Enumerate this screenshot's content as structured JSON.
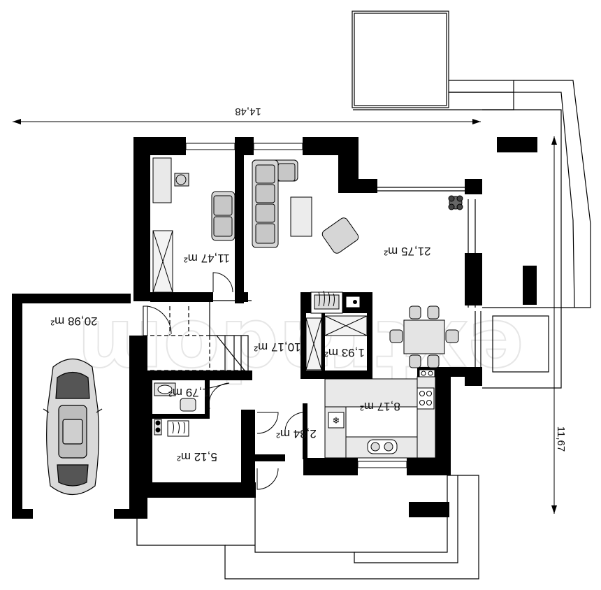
{
  "dimensions": {
    "width": "14,48",
    "depth": "11,67"
  },
  "rooms": [
    {
      "id": "garage",
      "area": "20,98 m²"
    },
    {
      "id": "office",
      "area": "11,47 m²"
    },
    {
      "id": "living",
      "area": "21,75 m²"
    },
    {
      "id": "hall",
      "area": "10,17 m²"
    },
    {
      "id": "pantry",
      "area": "1,93 m²"
    },
    {
      "id": "wc",
      "area": "1,79 m²"
    },
    {
      "id": "boiler",
      "area": "5,12 m²"
    },
    {
      "id": "vestibule",
      "area": "2,84 m²"
    },
    {
      "id": "kitchen",
      "area": "8,17 m²"
    }
  ],
  "watermark": "extradom",
  "colors": {
    "wall": "#000000",
    "fill": "#ffffff",
    "counter": "#e9e9e9",
    "furniture": "#d6d6d6",
    "watermark": "#e6e6e6"
  }
}
